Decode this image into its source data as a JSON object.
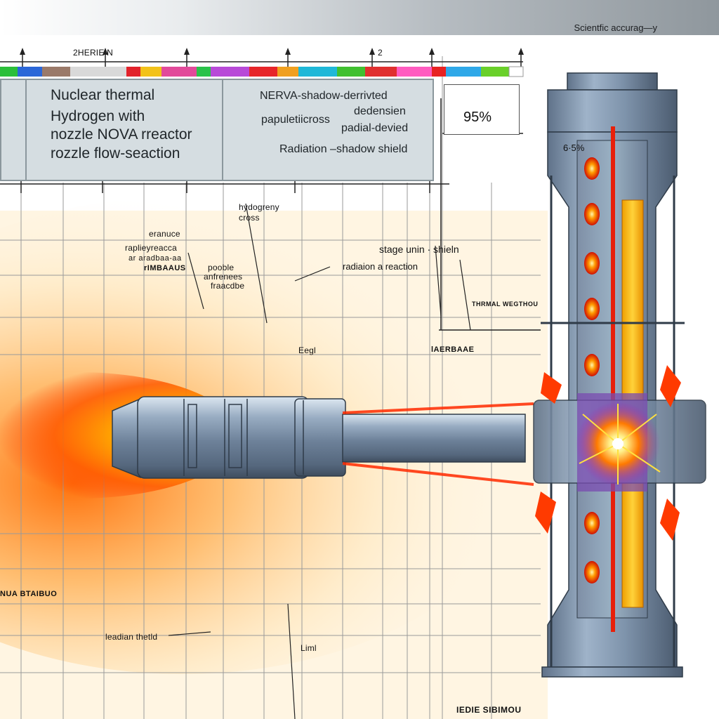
{
  "header": {
    "tagline": "Scientfic accurag—y"
  },
  "ruler": {
    "labels": [
      "2HERIE N",
      "2"
    ]
  },
  "title_box": {
    "lines": [
      "Nuclear thermal",
      "Hydrogen with",
      "nozzle NOVA rreactor",
      "rozzle flow-seaction"
    ]
  },
  "subtitle_box": {
    "lines": [
      "NERVA-shadow-derrivted",
      "dedensien",
      "papuletiicross",
      "padial-devied",
      "Radiation –shadow shield"
    ]
  },
  "percent_box": {
    "value": "95%"
  },
  "reactor_label": "6·5%",
  "annotations": {
    "hydrogen_cross": [
      "hydogreny",
      "cross"
    ],
    "eranuce": "eranuce",
    "rapliey": "raplieyreacca",
    "ar_small": "ar aradbaa-aa",
    "rimbaaus": "rIMBAAUS",
    "poobbe": [
      "pooble",
      "anfrenees",
      "fraacdbe"
    ],
    "stage": "stage unin · shieln",
    "radiation_reaction": "radiaion a reaction",
    "thrmal": "THRMAL WEGTHOU",
    "eegl": "Eegl",
    "laerbaae": "lAERBAAE",
    "nua": "NUA BTAIBUO",
    "leadian": "leadian thetld",
    "liml": "Liml",
    "bottom": "IEDIE SIBIMOU"
  },
  "colors": {
    "steel": "#7f95ad",
    "flame_core": "#fff2a0",
    "flame_outer": "#ff6a00",
    "background_glow": "#fff3d9"
  },
  "icons": [
    "nozzle-engine",
    "reactor-column",
    "flame-plume",
    "core-flash"
  ]
}
